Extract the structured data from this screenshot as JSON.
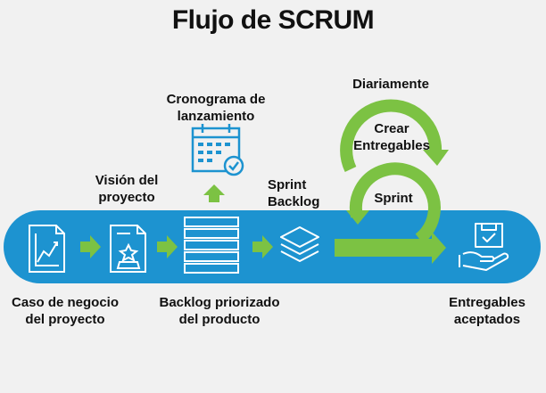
{
  "title": "Flujo de SCRUM",
  "labels": {
    "business_case": "Caso de negocio\ndel proyecto",
    "vision": "Visión del\nproyecto",
    "release_schedule": "Cronograma de\nlanzamiento",
    "backlog": "Backlog priorizado\ndel producto",
    "sprint_backlog": "Sprint\nBacklog",
    "daily": "Diariamente",
    "create": "Crear\nEntregables",
    "sprint": "Sprint",
    "accepted": "Entregables\naceptados"
  },
  "colors": {
    "band": "#1d93d0",
    "arrow": "#7cc243",
    "dark_green": "#3f9b2e",
    "icon_line": "#ffffff",
    "title": "#111111"
  },
  "icons": [
    "business-case-chart-icon",
    "vision-star-document-icon",
    "calendar-check-icon",
    "backlog-list-icon",
    "sprint-layers-icon",
    "hand-with-deliverable-icon"
  ]
}
